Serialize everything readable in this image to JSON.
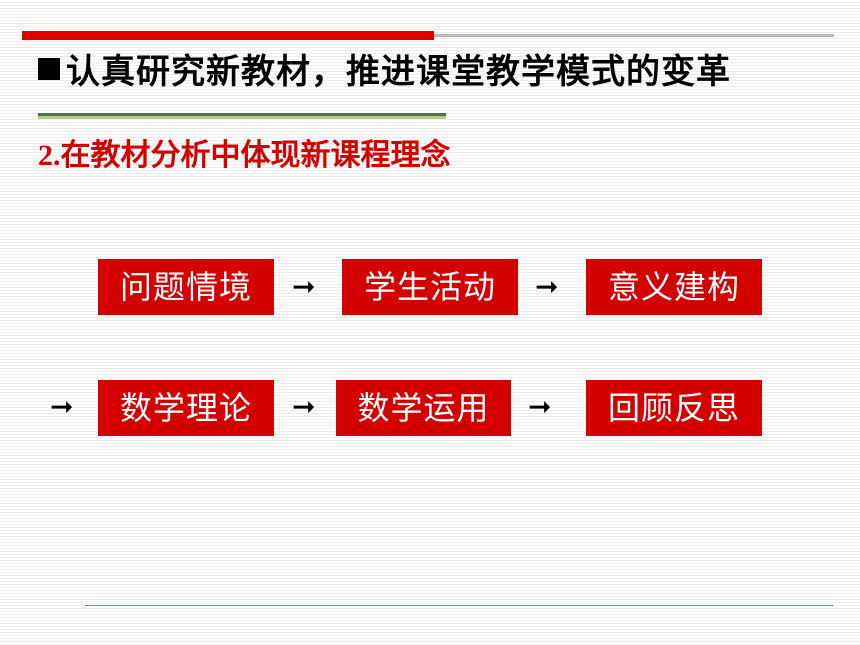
{
  "slide": {
    "heading": "认真研究新教材，推进课堂教学模式的变革",
    "subtitle_number": "2.",
    "subtitle_text": "在教材分析中体现新课程理念"
  },
  "flow": {
    "row1": [
      "问题情境",
      "学生活动",
      "意义建构"
    ],
    "row2": [
      "数学理论",
      "数学运用",
      "回顾反思"
    ],
    "arrow": "➞"
  },
  "colors": {
    "accent_red": "#d40000",
    "rule_green": "#4a7a23"
  },
  "icons": {
    "bullet": "square-bullet-icon",
    "arrow": "right-arrow-icon"
  }
}
